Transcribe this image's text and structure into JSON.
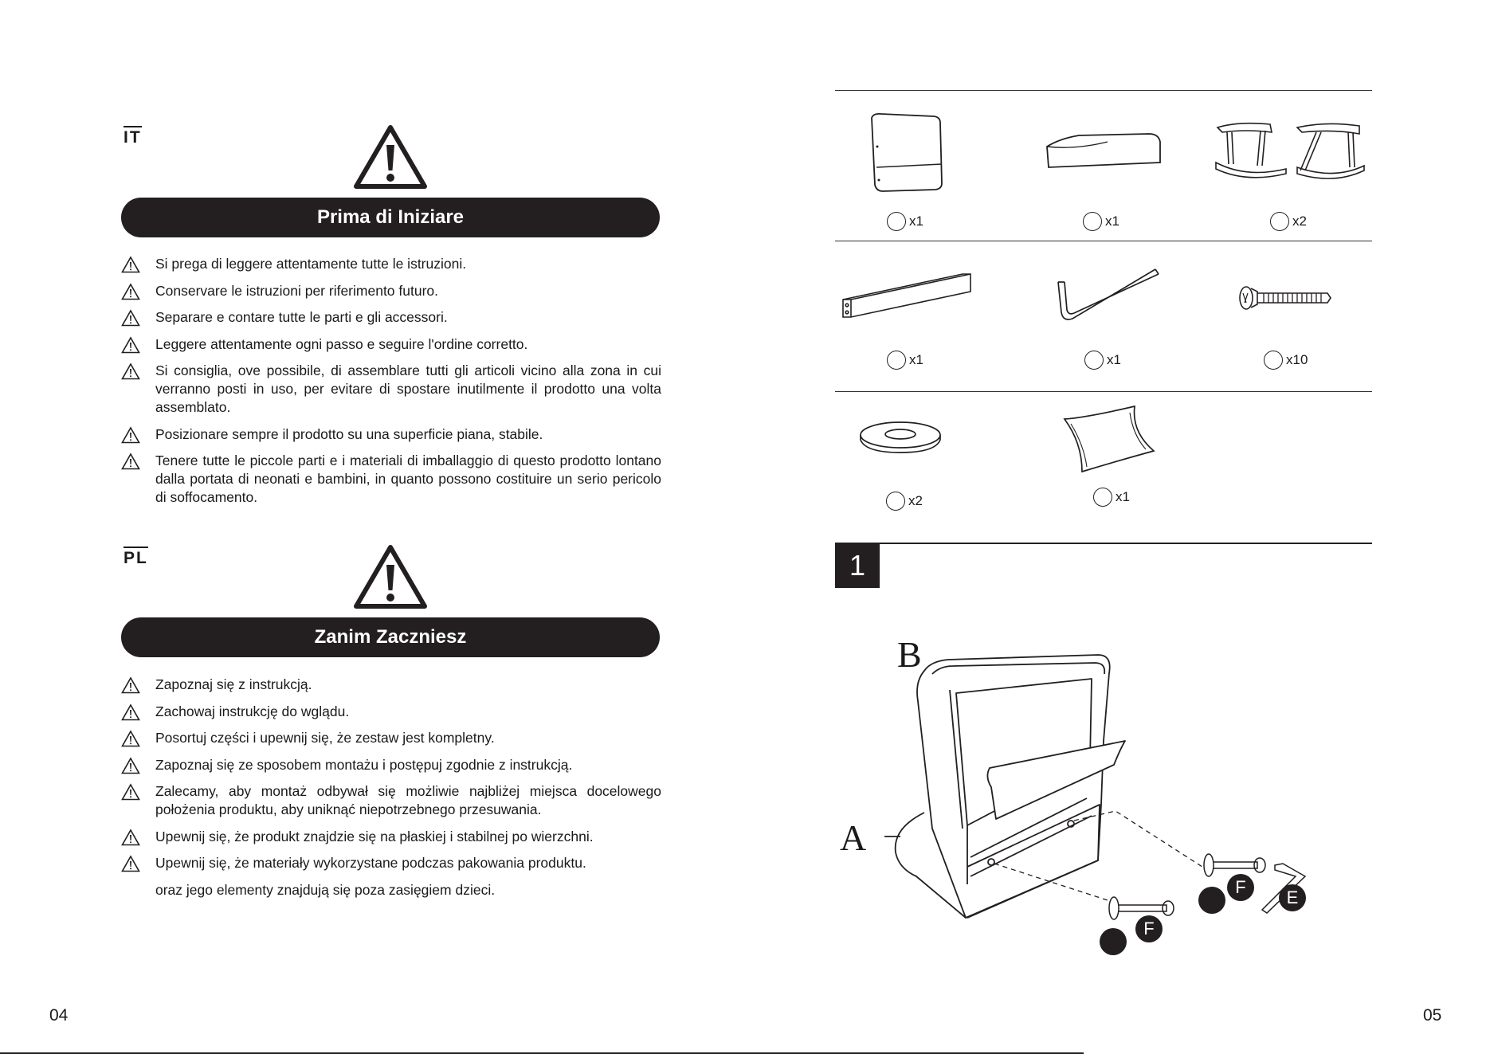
{
  "left_page": {
    "it": {
      "lang": "IT",
      "banner": "Prima di Iniziare",
      "items": [
        "Si prega di leggere attentamente tutte le istruzioni.",
        "Conservare le istruzioni per riferimento futuro.",
        "Separare e contare tutte le parti e gli accessori.",
        "Leggere attentamente ogni passo e seguire l'ordine corretto.",
        "Si consiglia, ove possibile, di assemblare tutti gli articoli vicino alla zona in cui verranno posti in uso, per evitare di spostare inutilmente il prodotto una volta assemblato.",
        "Posizionare sempre il prodotto su una superficie piana, stabile.",
        "Tenere tutte le piccole parti e i materiali di imballaggio di questo prodotto lontano dalla portata di neonati e bambini, in quanto possono costituire un serio pericolo di soffocamento."
      ]
    },
    "pl": {
      "lang": "PL",
      "banner": "Zanim Zaczniesz",
      "items": [
        "Zapoznaj się z instrukcją.",
        "Zachowaj instrukcję do wglądu.",
        "Posortuj części i upewnij się, że zestaw jest kompletny.",
        "Zapoznaj się ze sposobem montażu i postępuj zgodnie z instrukcją.",
        "Zalecamy, aby montaż odbywał się możliwie najbliżej miejsca docelowego położenia produktu, aby uniknąć niepotrzebnego przesuwania.",
        "Upewnij się, że produkt znajdzie się na płaskiej i stabilnej po wierzchni.",
        "Upewnij się, że materiały wykorzystane podczas pakowania produktu."
      ],
      "continuation": "oraz jego elementy znajdują się poza zasięgiem dzieci."
    },
    "page_number": "04"
  },
  "right_page": {
    "parts": [
      {
        "name": "backrest",
        "qty": "x1"
      },
      {
        "name": "seat",
        "qty": "x1"
      },
      {
        "name": "rocker-legs",
        "qty": "x2"
      },
      {
        "name": "cross-bar",
        "qty": "x1"
      },
      {
        "name": "allen-key",
        "qty": "x1"
      },
      {
        "name": "bolt",
        "qty": "x10"
      },
      {
        "name": "washer",
        "qty": "x2"
      },
      {
        "name": "cushion",
        "qty": "x1"
      }
    ],
    "step": {
      "number": "1",
      "label_b": "B",
      "label_a": "A",
      "label_f1": "F",
      "label_f2": "F",
      "label_e": "E"
    },
    "page_number": "05"
  }
}
